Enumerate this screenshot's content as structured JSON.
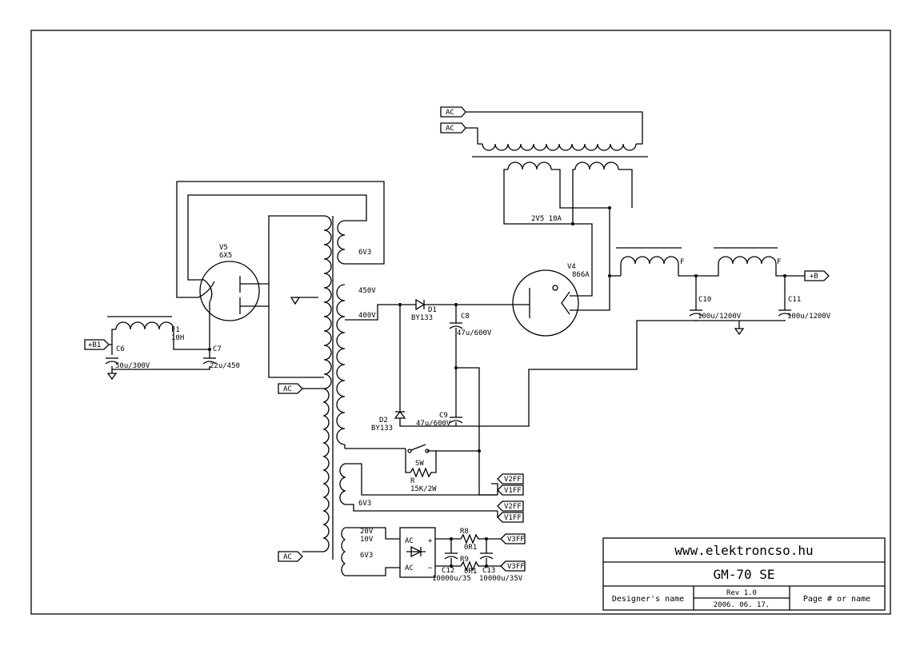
{
  "title_block": {
    "website": "www.elektroncso.hu",
    "project": "GM-70 SE",
    "designer_label": "Designer's name",
    "revision": "Rev 1.0",
    "date": "2006. 06. 17.",
    "page_label": "Page # or name"
  },
  "ports": {
    "ac1": "AC",
    "ac2": "AC",
    "ac_mid": "AC",
    "ac_bot": "AC",
    "b_plus": "+B",
    "b1_plus": "+B1",
    "v2ff_a": "V2FF",
    "v1ff_a": "V1FF",
    "v2ff_b": "V2FF",
    "v1ff_b": "V1FF",
    "v3ff_a": "V3FF",
    "v3ff_b": "V3FF"
  },
  "components": {
    "v5_ref": "V5",
    "v5_type": "6X5",
    "v4_ref": "V4",
    "v4_type": "866A",
    "d1_ref": "D1",
    "d1_type": "BY133",
    "d2_ref": "D2",
    "d2_type": "BY133",
    "c8_ref": "C8",
    "c8_val": "47u/600V",
    "c9_ref": "C9",
    "c9_val": "47u/600V",
    "c10_ref": "C10",
    "c10_val": "100u/1200V",
    "c11_ref": "C11",
    "c11_val": "100u/1200V",
    "c6_ref": "C6",
    "c6_val": "50u/300V",
    "c7_ref": "C7",
    "c7_val": "22u/450",
    "c12_ref": "C12",
    "c12_val": "10000u/35",
    "c13_ref": "C13",
    "c13_val": "10000u/35V",
    "f1_ref": "F1",
    "f1_val": "10H",
    "f_a": "F",
    "f_b": "F",
    "r_ref": "R",
    "r_val": "15K/2W",
    "sw_ref": "SW",
    "r8_ref": "R8",
    "r8_val": "0R1",
    "r9_ref": "R9",
    "r9_val": "0R1",
    "bridge_ac1": "AC",
    "bridge_ac2": "AC",
    "bridge_plus": "+",
    "bridge_minus": "−"
  },
  "windings": {
    "w_6v3_top": "6V3",
    "w_450v": "450V",
    "w_400v": "400V",
    "w_6v3_mid": "6V3",
    "w_20v": "20V",
    "w_10v": "10V",
    "w_6v3_bot": "6V3",
    "w_2v5": "2V5 10A"
  }
}
